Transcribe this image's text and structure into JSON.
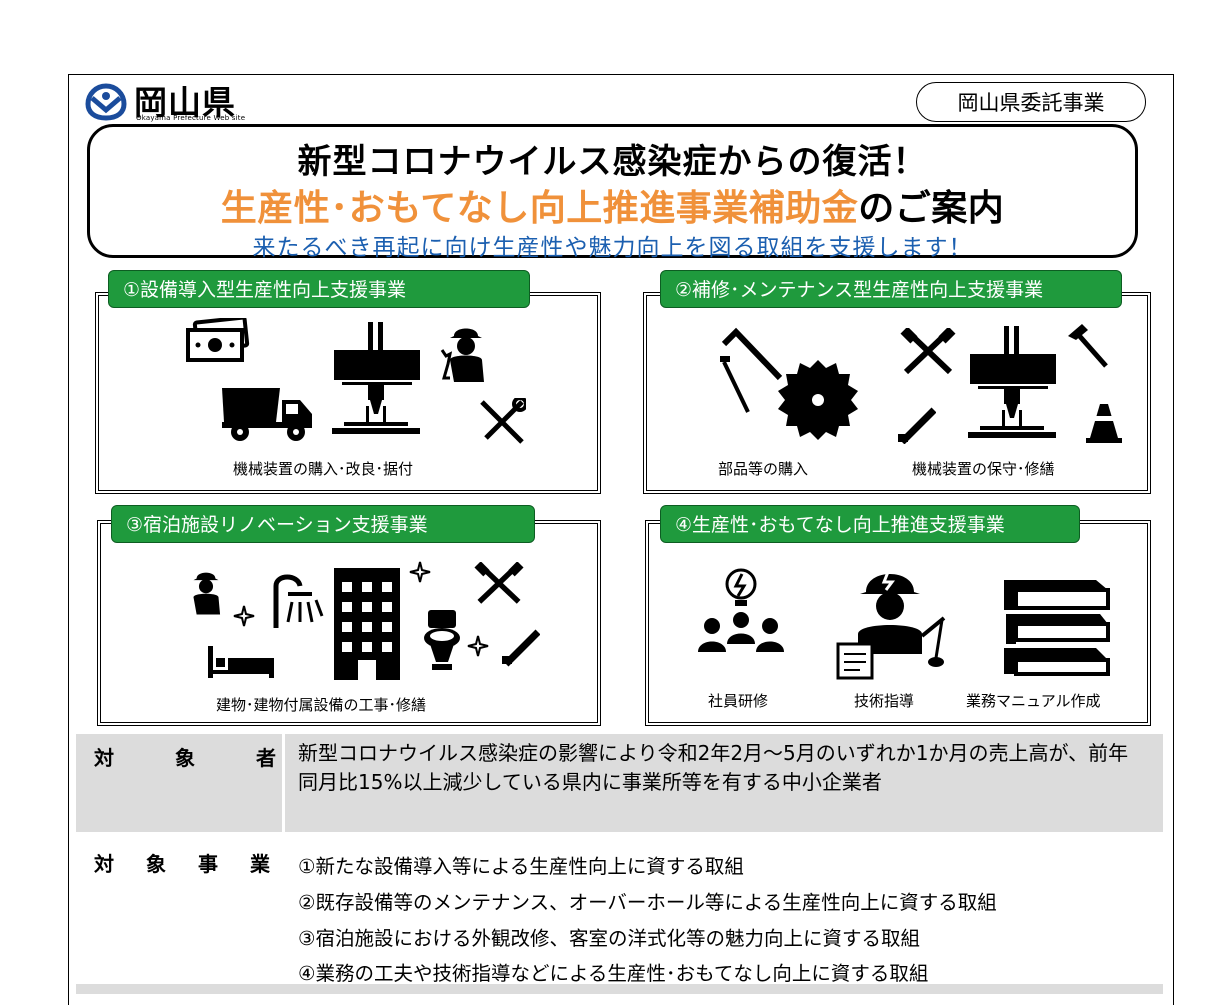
{
  "header": {
    "logo_text": "岡山県",
    "logo_sub": "Okayama Prefecture Web site",
    "commission": "岡山県委託事業"
  },
  "title": {
    "line1": "新型コロナウイルス感染症からの復活！",
    "line2_highlight": "生産性･おもてなし向上推進事業補助金",
    "line2_rest": "のご案内",
    "line3": "来たるべき再起に向け生産性や魅力向上を図る取組を支援します！"
  },
  "panels": [
    {
      "title": "①設備導入型生産性向上支援事業",
      "captions": [
        "機械装置の購入･改良･据付"
      ]
    },
    {
      "title": "②補修･メンテナンス型生産性向上支援事業",
      "captions": [
        "部品等の購入",
        "機械装置の保守･修繕"
      ]
    },
    {
      "title": "③宿泊施設リノベーション支援事業",
      "captions": [
        "建物･建物付属設備の工事･修繕"
      ]
    },
    {
      "title": "④生産性･おもてなし向上推進支援事業",
      "captions": [
        "社員研修",
        "技術指導",
        "業務マニュアル作成"
      ]
    }
  ],
  "target": {
    "label_chars": [
      "対",
      "象",
      "者"
    ],
    "text": "新型コロナウイルス感染症の影響により令和2年2月～5月のいずれか1か月の売上高が、前年同月比15%以上減少している県内に事業所等を有する中小企業者"
  },
  "projects": {
    "label_chars": [
      "対",
      "象",
      "事",
      "業"
    ],
    "items": [
      "①新たな設備導入等による生産性向上に資する取組",
      "②既存設備等のメンテナンス、オーバーホール等による生産性向上に資する取組",
      "③宿泊施設における外観改修、客室の洋式化等の魅力向上に資する取組",
      "④業務の工夫や技術指導などによる生産性･おもてなし向上に資する取組"
    ]
  },
  "colors": {
    "tab_green": "#1f9a3d",
    "title_orange": "#f0913a",
    "subtitle_blue": "#1b5fb0",
    "table_gray": "#dcdcdc"
  }
}
